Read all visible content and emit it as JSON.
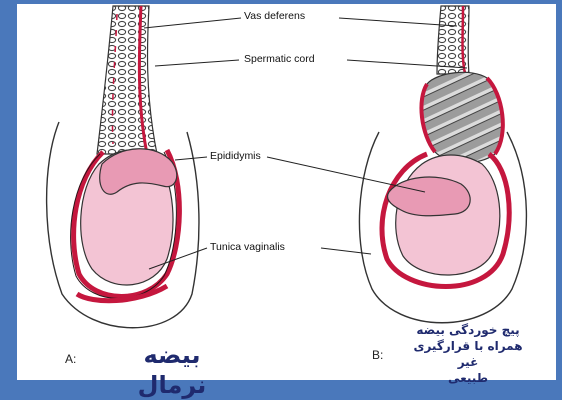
{
  "labels": {
    "vas_deferens": "Vas deferens",
    "spermatic_cord": "Spermatic cord",
    "epididymis": "Epididymis",
    "tunica_vaginalis": "Tunica vaginalis"
  },
  "captions": {
    "a_letter": "A:",
    "a_text": "بیضه نرمال",
    "b_letter": "B:",
    "b_line1": "پیچ خوردگی بیضه",
    "b_line2": "همراه با قرارگیری غیر",
    "b_line3": "طبیعی"
  },
  "colors": {
    "background": "#4a78bb",
    "testis_pink": "#f3c4d4",
    "epididymis_pink": "#e89ab4",
    "tunica_red": "#c5173e",
    "cord_gray": "#8c8c8c",
    "caption_blue": "#1f2a6e"
  }
}
